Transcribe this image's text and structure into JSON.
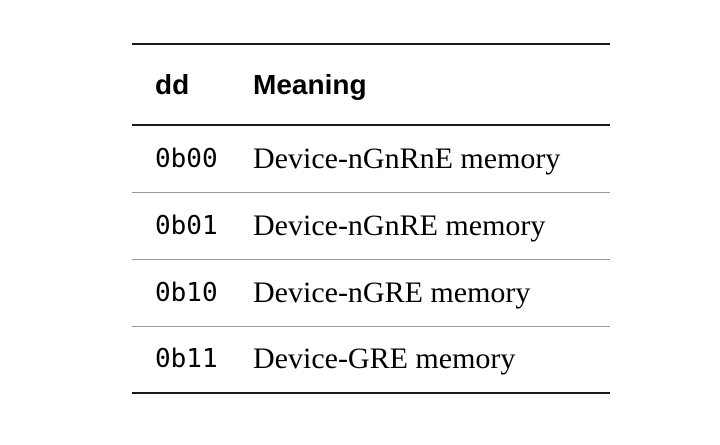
{
  "table": {
    "headers": [
      "dd",
      "Meaning"
    ],
    "rows": [
      {
        "dd": "0b00",
        "meaning": "Device-nGnRnE memory"
      },
      {
        "dd": "0b01",
        "meaning": "Device-nGnRE memory"
      },
      {
        "dd": "0b10",
        "meaning": "Device-nGRE memory"
      },
      {
        "dd": "0b11",
        "meaning": "Device-GRE memory"
      }
    ],
    "colors": {
      "text": "#000000",
      "rule_strong": "#1a1a1a",
      "rule_light": "#9a9a9a",
      "background": "#ffffff"
    }
  }
}
